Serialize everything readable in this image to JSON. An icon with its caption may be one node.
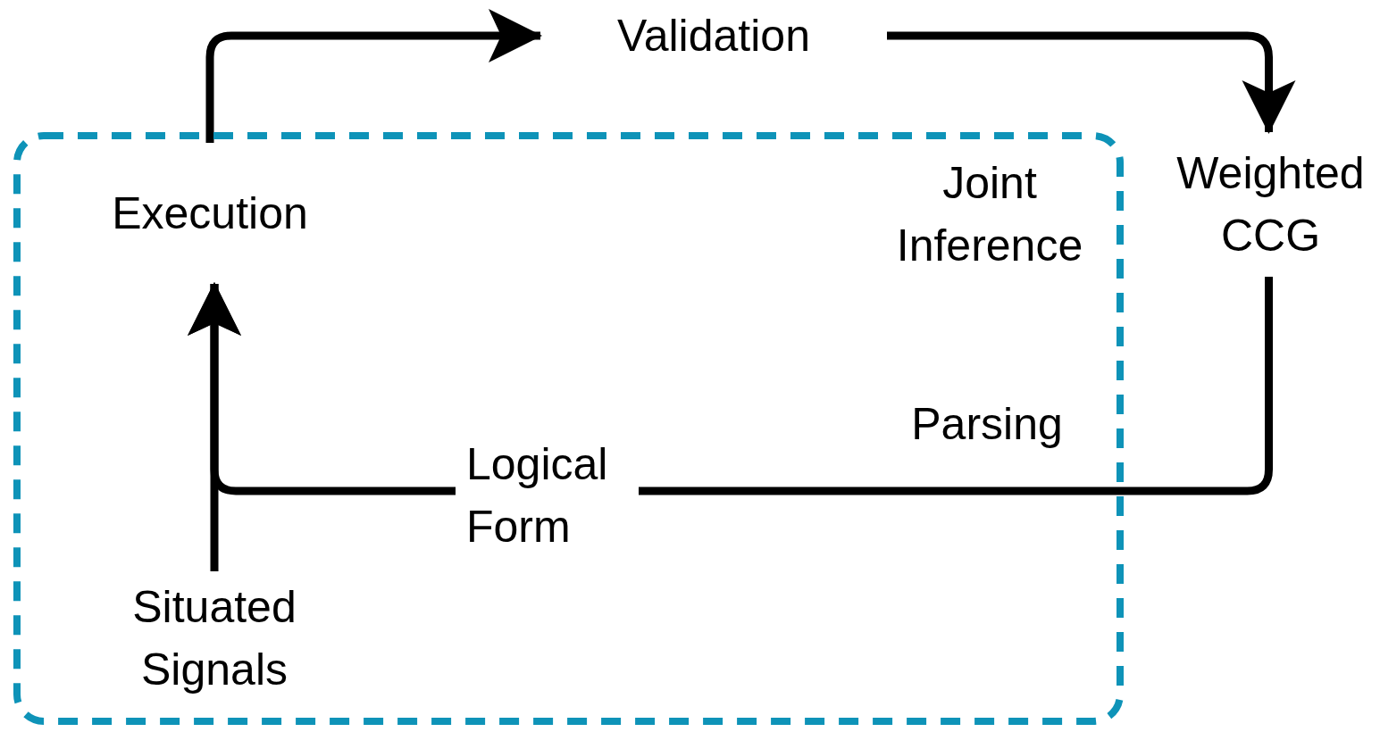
{
  "diagram": {
    "nodes": [
      {
        "text": [
          "Joint Inference"
        ]
      },
      {
        "text": [
          "Execution"
        ],
        "in": 0
      },
      {
        "text": [
          "Situated Signals"
        ],
        "in": 0
      },
      {
        "text": [
          "Logical Form"
        ],
        "in": 0
      },
      {
        "text": [
          "Validation"
        ]
      },
      {
        "text": [
          "Weighted CCG"
        ]
      }
    ],
    "edges": [
      {
        "from": 1,
        "to": 4,
        "arrow": "to"
      },
      {
        "from": 4,
        "to": 5,
        "arrow": "to"
      },
      {
        "from": 5,
        "to": 3,
        "arrow": "none",
        "label": "Parsing"
      },
      {
        "from": 3,
        "to": 1,
        "arrow": "to"
      },
      {
        "from": 2,
        "to": 1,
        "arrow": "to"
      }
    ]
  }
}
